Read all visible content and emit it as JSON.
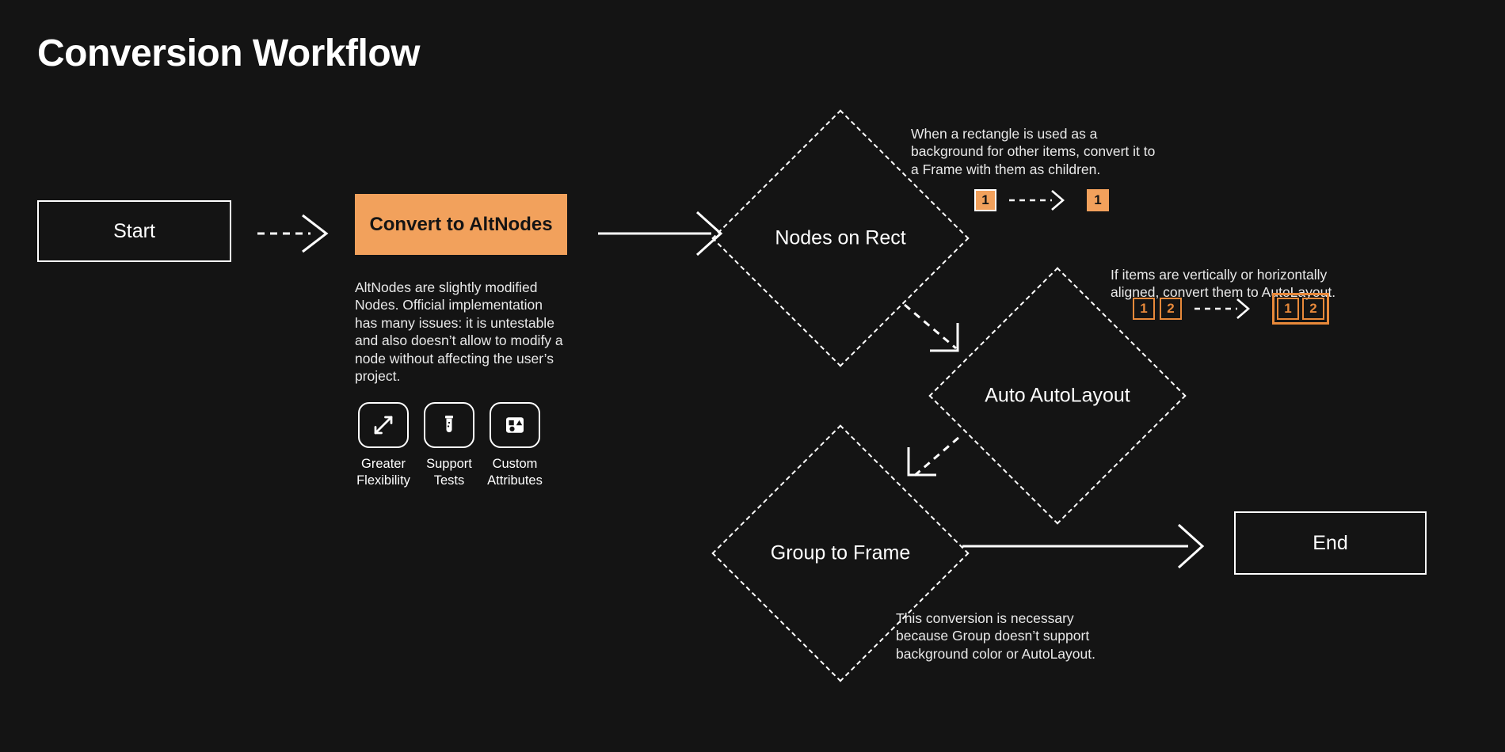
{
  "page": {
    "title": "Conversion Workflow",
    "background_color": "#141414",
    "accent_color": "#F2A15C",
    "accent_outline_color": "#E8893A",
    "text_color": "#ffffff"
  },
  "nodes": {
    "start": {
      "label": "Start"
    },
    "convert": {
      "label": "Convert to AltNodes"
    },
    "nodes_on_rect": {
      "label": "Nodes on Rect"
    },
    "auto_autolayout": {
      "label": "Auto AutoLayout"
    },
    "group_to_frame": {
      "label": "Group to Frame"
    },
    "end": {
      "label": "End"
    }
  },
  "descriptions": {
    "altnodes": "AltNodes are slightly modified Nodes. Official implementation has many issues: it is untestable and also doesn’t allow to modify a node without affecting the user’s project.",
    "nodes_on_rect": "When a rectangle is used as a background for other items, convert it to a Frame with them as children.",
    "auto_autolayout": "If items are vertically or horizontally aligned, convert them to AutoLayout.",
    "group_to_frame": "This conversion is necessary because Group doesn’t support background color or AutoLayout."
  },
  "features": [
    {
      "icon": "expand-arrows-icon",
      "label": "Greater Flexibility"
    },
    {
      "icon": "test-tube-icon",
      "label": "Support Tests"
    },
    {
      "icon": "shapes-icon",
      "label": "Custom Attributes"
    }
  ],
  "badge_illustrations": {
    "nodes_on_rect": {
      "before": [
        "1"
      ],
      "after": [
        "1"
      ],
      "arrow": "dashed-arrow-icon"
    },
    "auto_autolayout": {
      "before": [
        "1",
        "2"
      ],
      "after": [
        "1",
        "2"
      ],
      "arrow": "dashed-arrow-icon"
    }
  },
  "connectors": [
    {
      "from": "start",
      "to": "convert",
      "style": "dashed"
    },
    {
      "from": "convert",
      "to": "nodes_on_rect",
      "style": "solid"
    },
    {
      "from": "nodes_on_rect",
      "to": "auto_autolayout",
      "style": "dashed"
    },
    {
      "from": "auto_autolayout",
      "to": "group_to_frame",
      "style": "dashed"
    },
    {
      "from": "group_to_frame",
      "to": "end",
      "style": "solid"
    }
  ]
}
